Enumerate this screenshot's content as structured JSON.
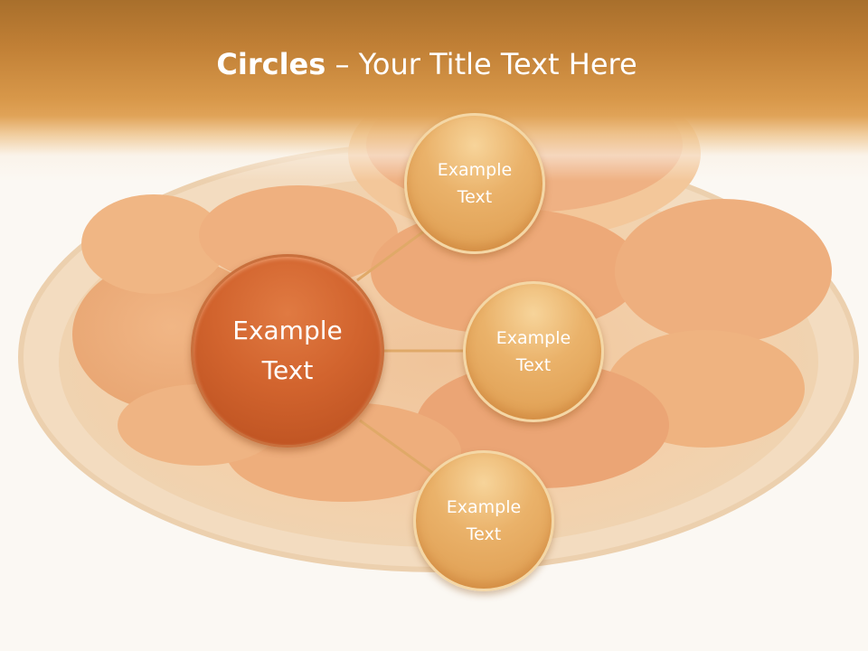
{
  "slide": {
    "title_bold": "Circles",
    "title_rest": " – Your Title Text Here"
  },
  "diagram": {
    "center": {
      "line1": "Example",
      "line2": "Text"
    },
    "satellites": [
      {
        "line1": "Example",
        "line2": "Text"
      },
      {
        "line1": "Example",
        "line2": "Text"
      },
      {
        "line1": "Example",
        "line2": "Text"
      }
    ]
  },
  "colors": {
    "header": "#c8893f",
    "center_circle": "#d2642e",
    "satellite_circle": "#e8ae66",
    "connector": "#e0a968"
  }
}
